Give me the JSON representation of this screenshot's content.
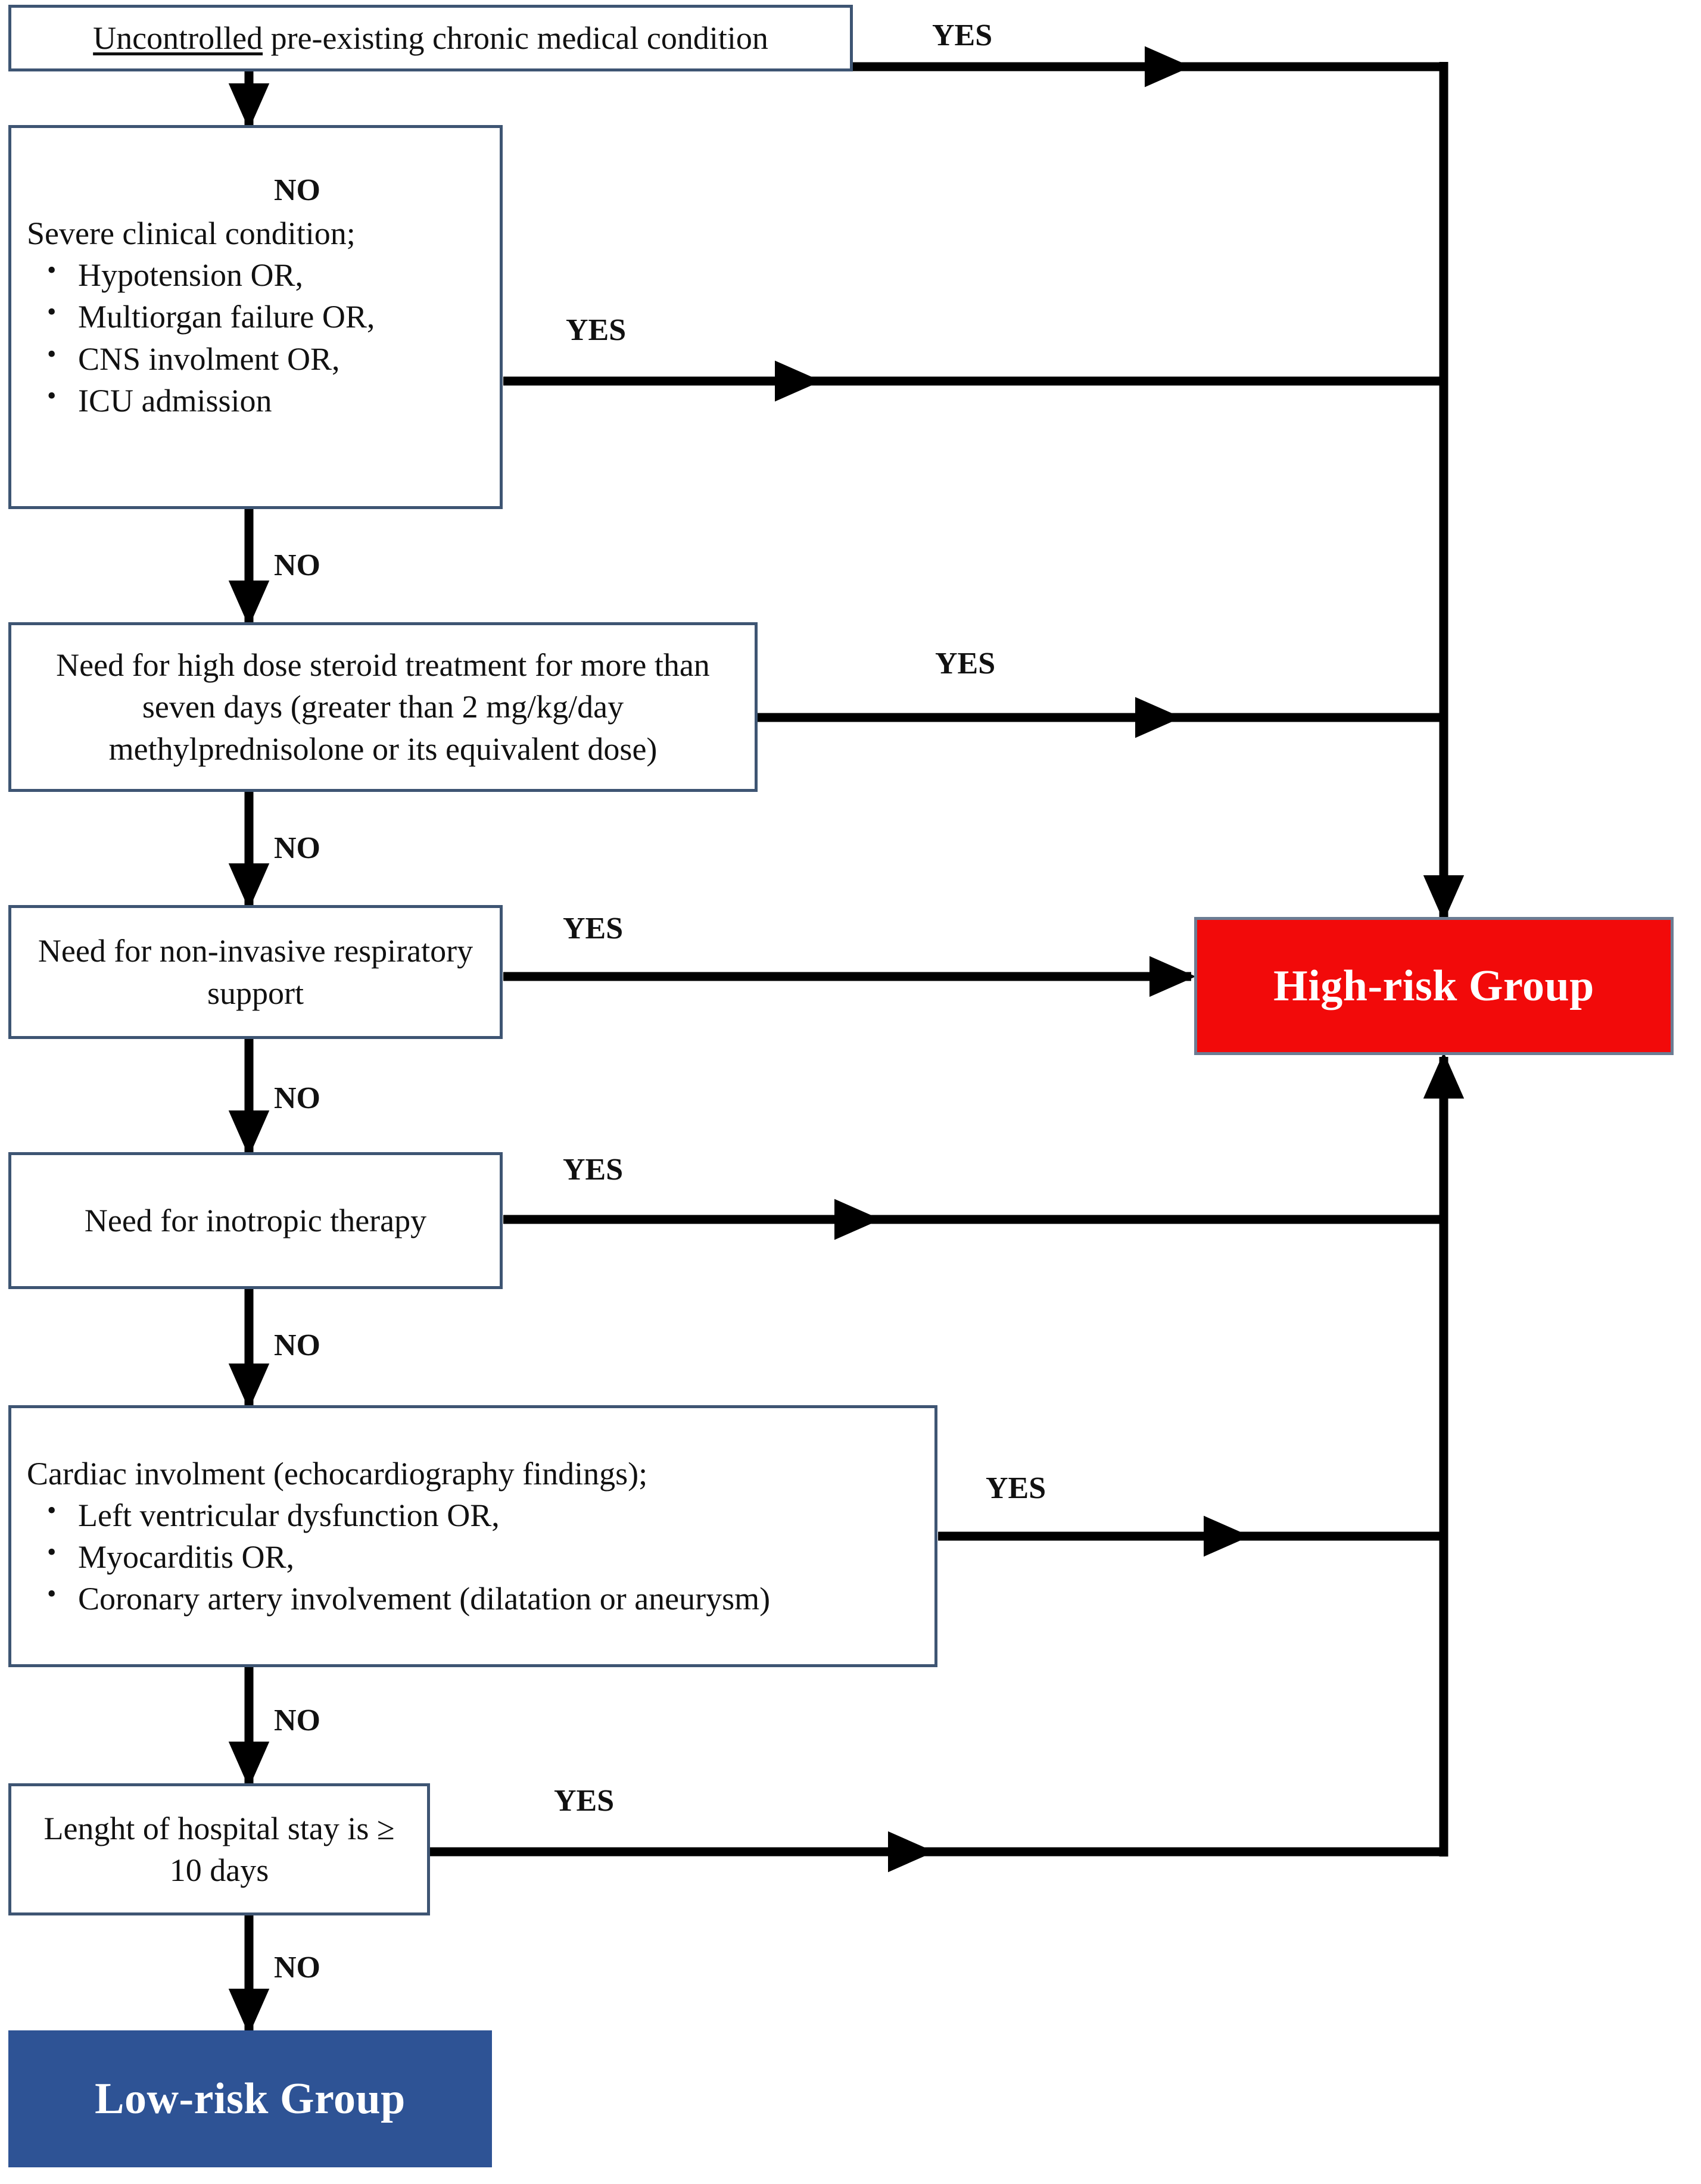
{
  "diagram": {
    "title": "Risk stratification flowchart",
    "colors": {
      "box_border": "#3E5573",
      "high_risk_fill": "#F20A0A",
      "low_risk_fill": "#2E5395",
      "connector": "#000000",
      "text": "#111111"
    },
    "labels": {
      "yes": "YES",
      "no": "NO"
    },
    "nodes": [
      {
        "id": "uncontrolled",
        "kind": "decision",
        "heading_underlined": "Uncontrolled",
        "heading_rest": " pre-existing chronic medical condition",
        "bullets": []
      },
      {
        "id": "severe",
        "kind": "decision",
        "heading": "Severe clinical condition;",
        "bullets": [
          "Hypotension OR,",
          "Multiorgan failure OR,",
          "CNS involment OR,",
          "ICU admission"
        ]
      },
      {
        "id": "steroid",
        "kind": "decision",
        "heading": "Need for high dose steroid treatment for more than seven days (greater than 2 mg/kg/day methylprednisolone or its equivalent dose)",
        "bullets": []
      },
      {
        "id": "respiratory",
        "kind": "decision",
        "heading": "Need for non-invasive respiratory support",
        "bullets": []
      },
      {
        "id": "inotropic",
        "kind": "decision",
        "heading": "Need for inotropic therapy",
        "bullets": []
      },
      {
        "id": "cardiac",
        "kind": "decision",
        "heading": "Cardiac involment (echocardiography findings);",
        "bullets": [
          "Left ventricular dysfunction OR,",
          "Myocarditis OR,",
          "Coronary artery involvement (dilatation or aneurysm)"
        ]
      },
      {
        "id": "stay",
        "kind": "decision",
        "heading": "Lenght of hospital stay is ≥ 10 days",
        "bullets": []
      },
      {
        "id": "high_risk",
        "kind": "terminal",
        "heading": "High-risk Group"
      },
      {
        "id": "low_risk",
        "kind": "terminal",
        "heading": "Low-risk Group"
      }
    ],
    "edges": [
      {
        "from": "uncontrolled",
        "to": "high_risk",
        "label": "YES"
      },
      {
        "from": "uncontrolled",
        "to": "severe",
        "label": "NO"
      },
      {
        "from": "severe",
        "to": "high_risk",
        "label": "YES"
      },
      {
        "from": "severe",
        "to": "steroid",
        "label": "NO"
      },
      {
        "from": "steroid",
        "to": "high_risk",
        "label": "YES"
      },
      {
        "from": "steroid",
        "to": "respiratory",
        "label": "NO"
      },
      {
        "from": "respiratory",
        "to": "high_risk",
        "label": "YES"
      },
      {
        "from": "respiratory",
        "to": "inotropic",
        "label": "NO"
      },
      {
        "from": "inotropic",
        "to": "high_risk",
        "label": "YES"
      },
      {
        "from": "inotropic",
        "to": "cardiac",
        "label": "NO"
      },
      {
        "from": "cardiac",
        "to": "high_risk",
        "label": "YES"
      },
      {
        "from": "cardiac",
        "to": "stay",
        "label": "NO"
      },
      {
        "from": "stay",
        "to": "high_risk",
        "label": "YES"
      },
      {
        "from": "stay",
        "to": "low_risk",
        "label": "NO"
      }
    ]
  }
}
